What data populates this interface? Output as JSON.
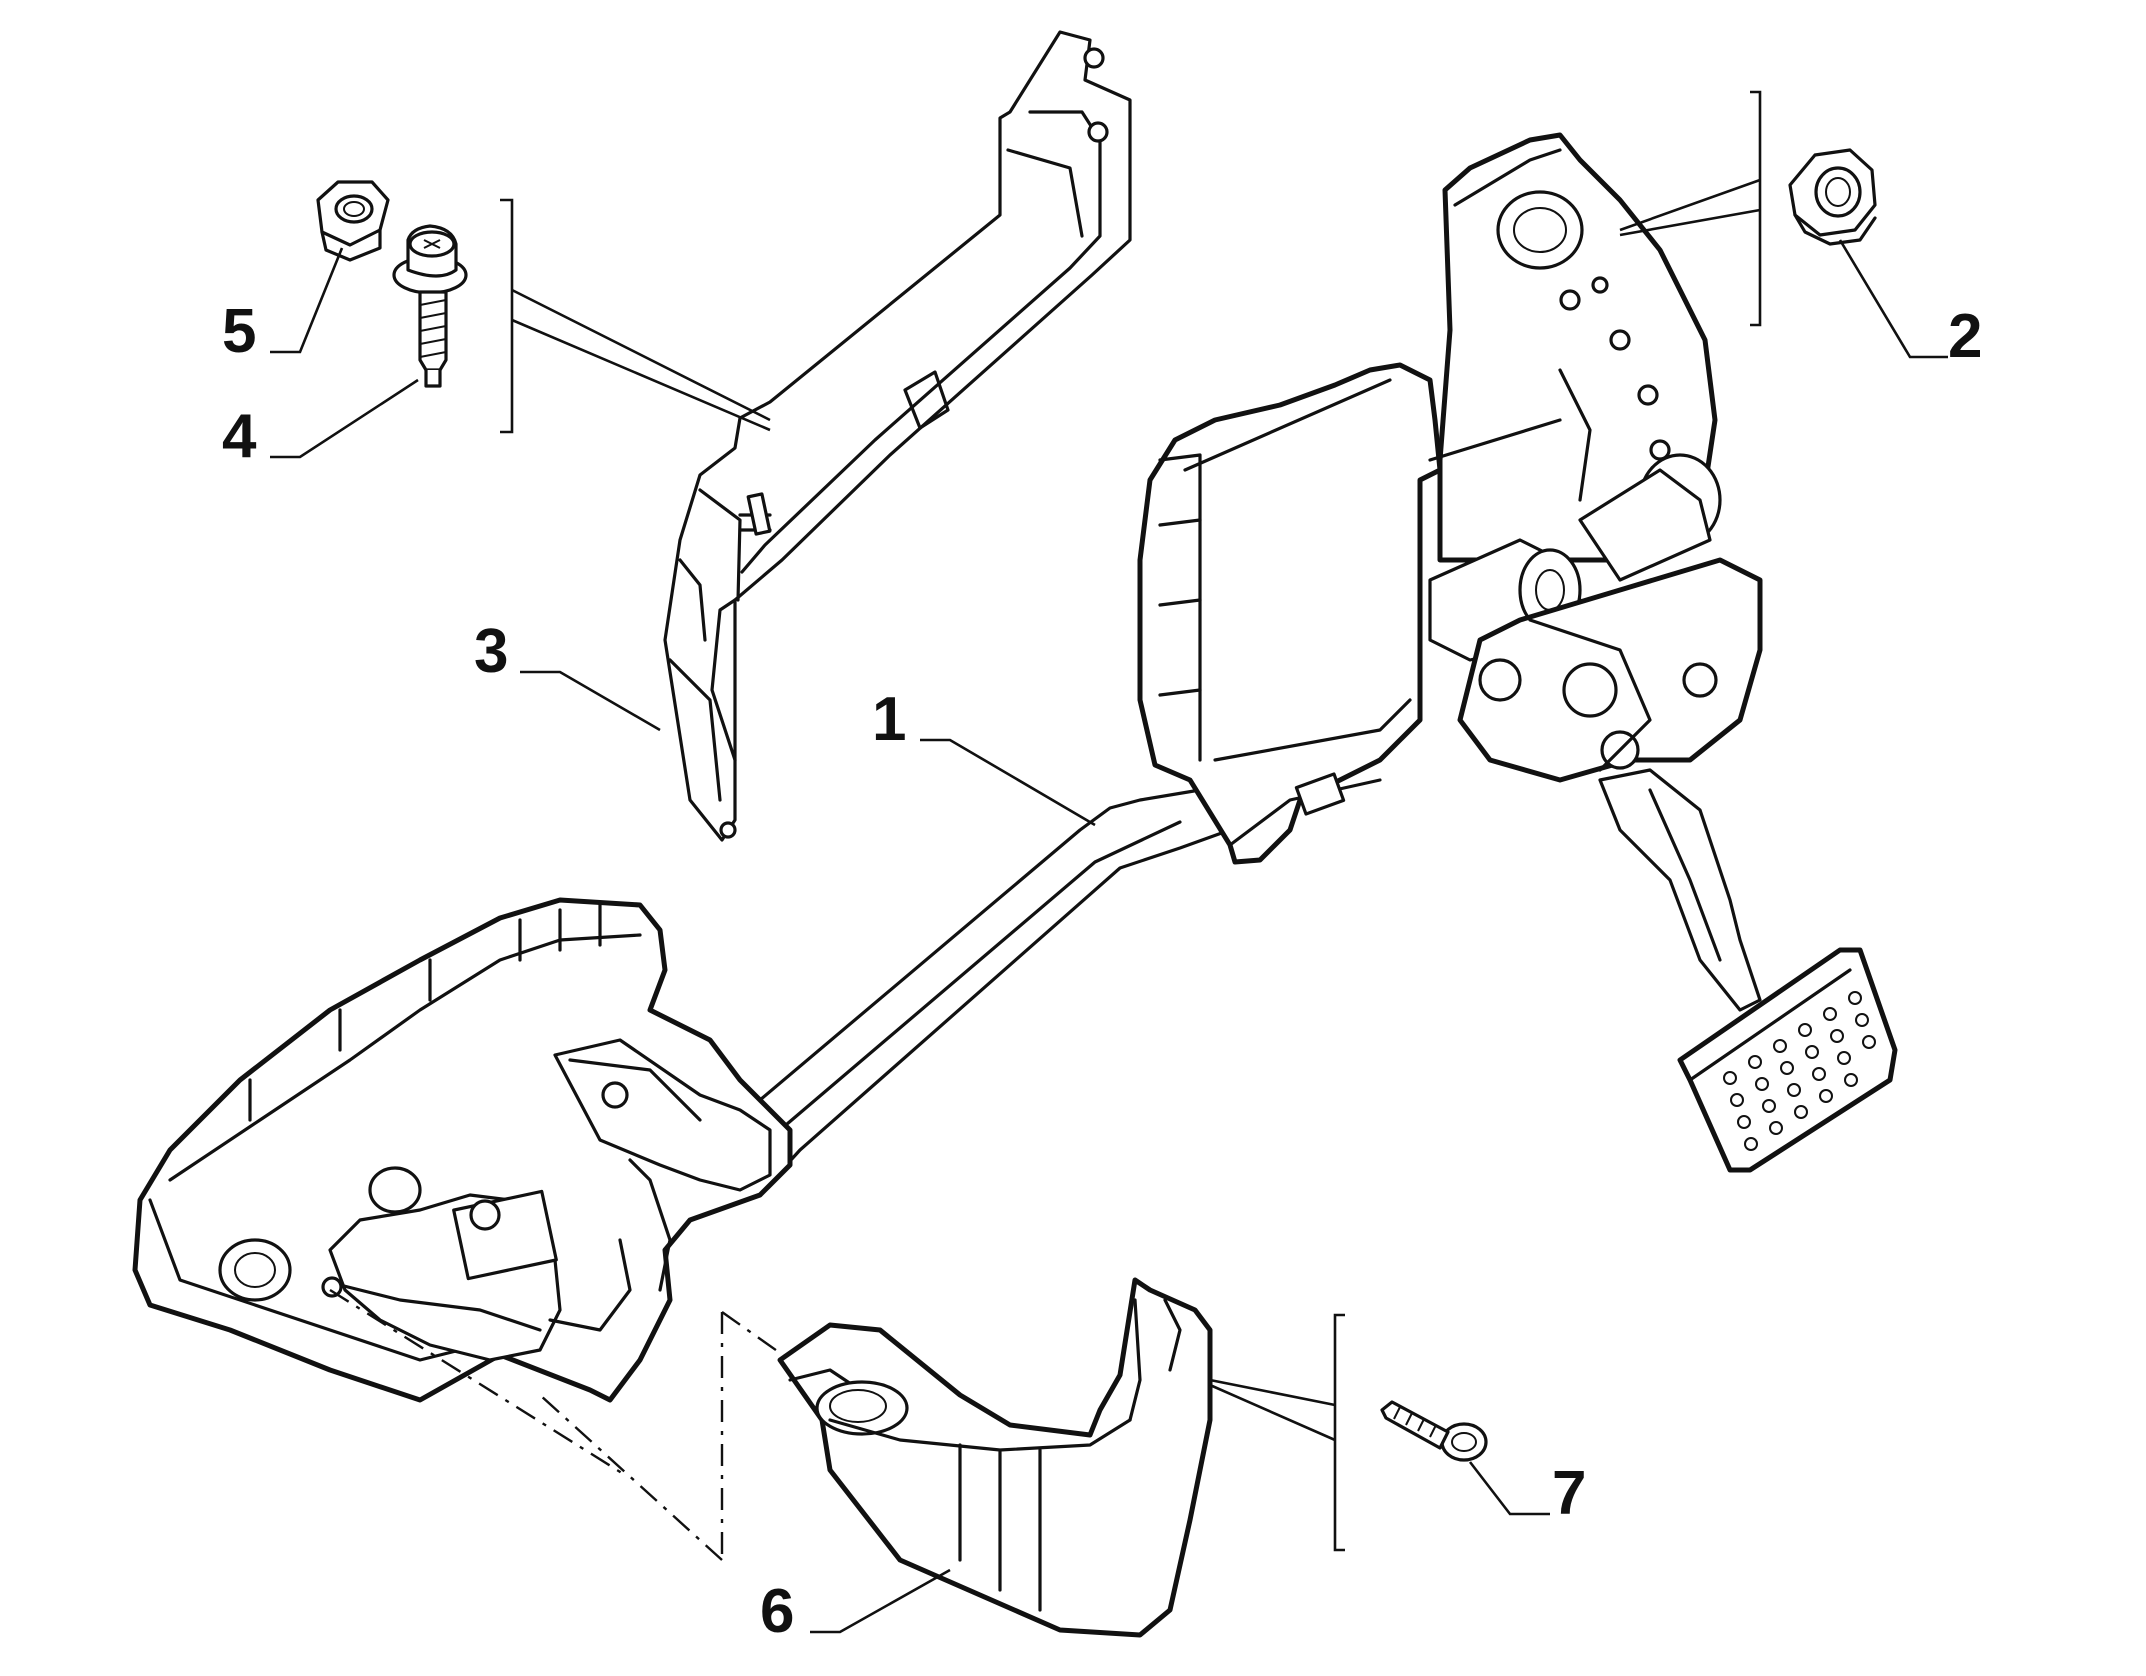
{
  "callouts": [
    {
      "id": "1",
      "label": "1"
    },
    {
      "id": "2",
      "label": "2"
    },
    {
      "id": "3",
      "label": "3"
    },
    {
      "id": "4",
      "label": "4"
    },
    {
      "id": "5",
      "label": "5"
    },
    {
      "id": "6",
      "label": "6"
    },
    {
      "id": "7",
      "label": "7"
    }
  ],
  "parts": {
    "p1": "pedal-assembly",
    "p2": "flange-nut",
    "p3": "bracket",
    "p4": "bolt",
    "p5": "hex-nut",
    "p6": "cover",
    "p7": "screw"
  },
  "colors": {
    "line": "#111111",
    "background": "#ffffff"
  }
}
